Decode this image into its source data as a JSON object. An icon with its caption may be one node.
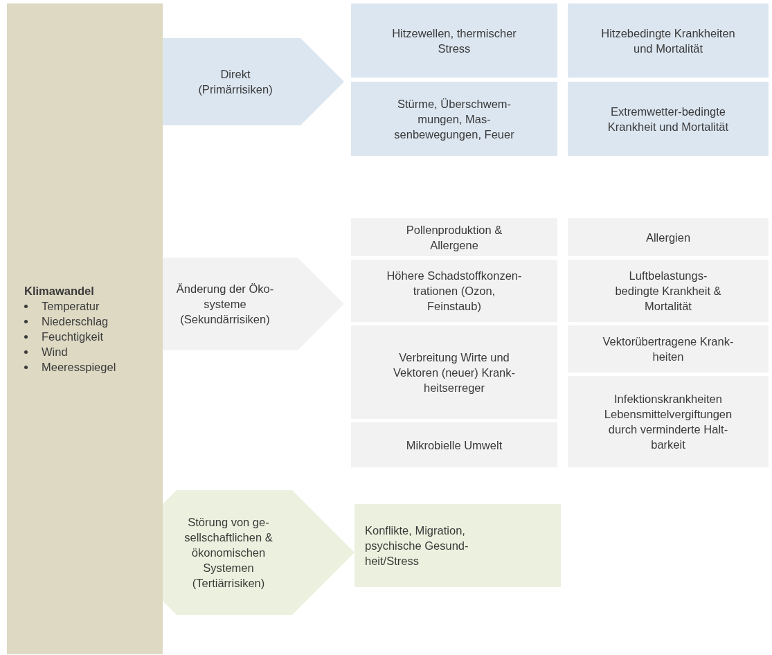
{
  "diagram": {
    "nodes": [
      {
        "text": [
          "Klimawandel",
          "Temperatur",
          "Niederschlag",
          "Feuchtigkeit",
          "Wind",
          "Meeresspiegel"
        ]
      },
      {
        "text": [
          "Direkt (Primärrisiken)"
        ]
      },
      {
        "text": [
          "Hitzewellen, thermischer Stress"
        ]
      },
      {
        "text": [
          "Hitzebedingte Krankheiten und Mortalität"
        ]
      },
      {
        "text": [
          "Stürme, Überschwem- mungen, Mas- senbewegungen, Feuer"
        ]
      },
      {
        "text": [
          "Extremwetter-bedingte Krankheit und Mortalität"
        ]
      },
      {
        "text": [
          "Änderung der Öko- systeme (Sekundärrisiken)"
        ]
      },
      {
        "text": [
          "Pollenproduktion & Allergene"
        ]
      },
      {
        "text": [
          "Allergien"
        ]
      },
      {
        "text": [
          "Höhere Schadstoffkonzen- trationen (Ozon, Feinstaub)"
        ]
      },
      {
        "text": [
          "Luftbelastungs- bedingte Krankheit & Mortalität"
        ]
      },
      {
        "text": [
          "Verbreitung Wirte und Vektoren (neuer) Krank- heitserreger"
        ]
      },
      {
        "text": [
          "Vektorübertragene Krank- heiten"
        ]
      },
      {
        "text": [
          "Mikrobielle Umwelt"
        ]
      },
      {
        "text": [
          "Infektionskrankheiten Lebensmittelvergiftungen durch verminderte Halt- barkeit"
        ]
      },
      {
        "text": [
          "Störung von ge- sellschaftlichen & ökonomischen Systemen (Tertiärrisiken)"
        ]
      },
      {
        "text": [
          "Konflikte, Migration, psychische Gesund- heit/Stress"
        ]
      }
    ]
  }
}
